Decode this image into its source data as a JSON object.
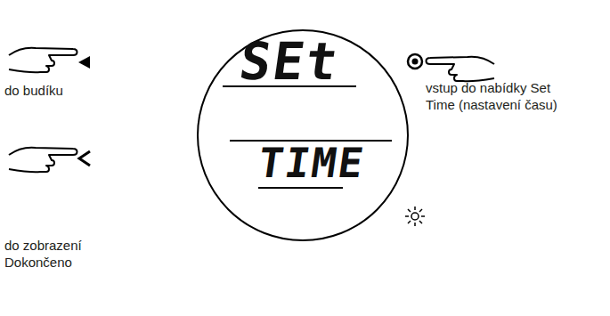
{
  "diagram": {
    "nodes": [
      {
        "text": [
          "SEt",
          "TIME"
        ]
      }
    ],
    "labels": [
      "do budíku",
      "vstup do nabídky Set Time (nastavení času)",
      "do zobrazení Dokončeno"
    ]
  }
}
